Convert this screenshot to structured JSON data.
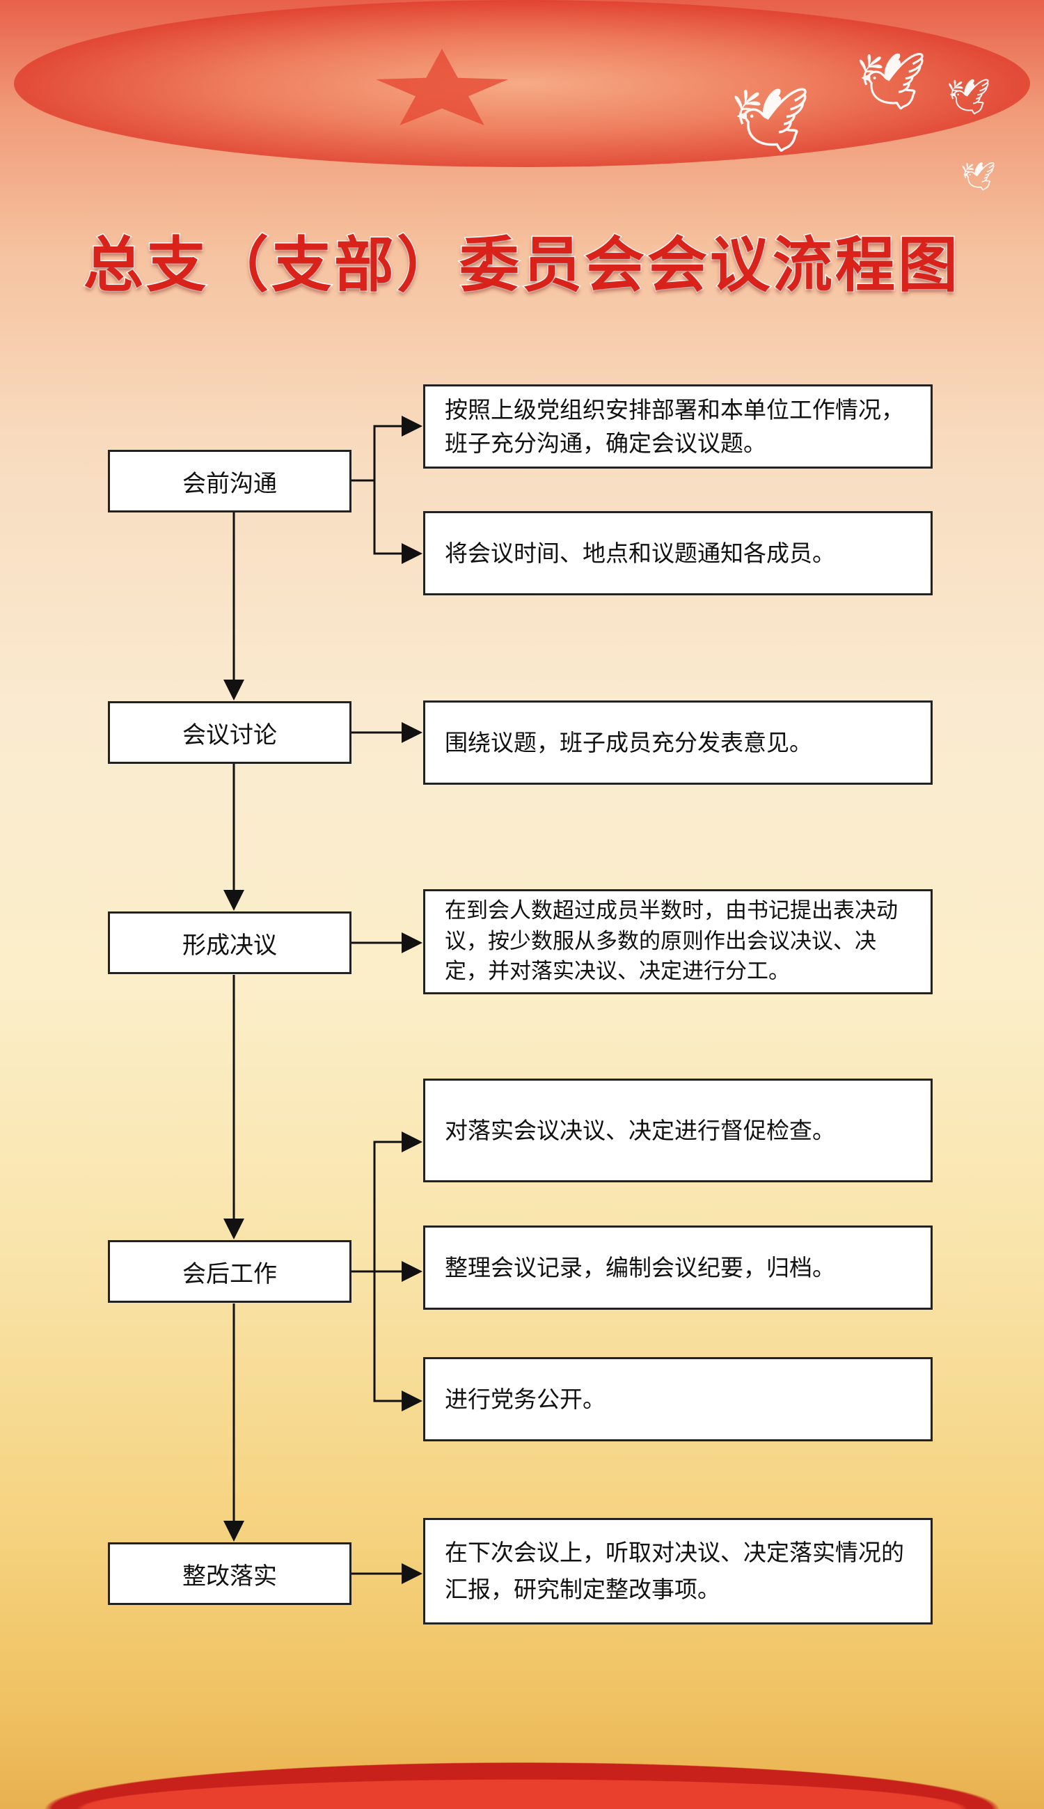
{
  "title": "总支（支部）委员会会议流程图",
  "steps": [
    {
      "label": "会前沟通",
      "details": [
        "按照上级党组织安排部署和本单位工作情况，班子充分沟通，确定会议议题。",
        "将会议时间、地点和议题通知各成员。"
      ]
    },
    {
      "label": "会议讨论",
      "details": [
        "围绕议题，班子成员充分发表意见。"
      ]
    },
    {
      "label": "形成决议",
      "details": [
        "在到会人数超过成员半数时，由书记提出表决动议，按少数服从多数的原则作出会议决议、决定，并对落实决议、决定进行分工。"
      ]
    },
    {
      "label": "会后工作",
      "details": [
        "对落实会议决议、决定进行督促检查。",
        "整理会议记录，编制会议纪要，归档。",
        "进行党务公开。"
      ]
    },
    {
      "label": "整改落实",
      "details": [
        "在下次会议上，听取对决议、决定落实情况的汇报，研究制定整改事项。"
      ]
    }
  ]
}
